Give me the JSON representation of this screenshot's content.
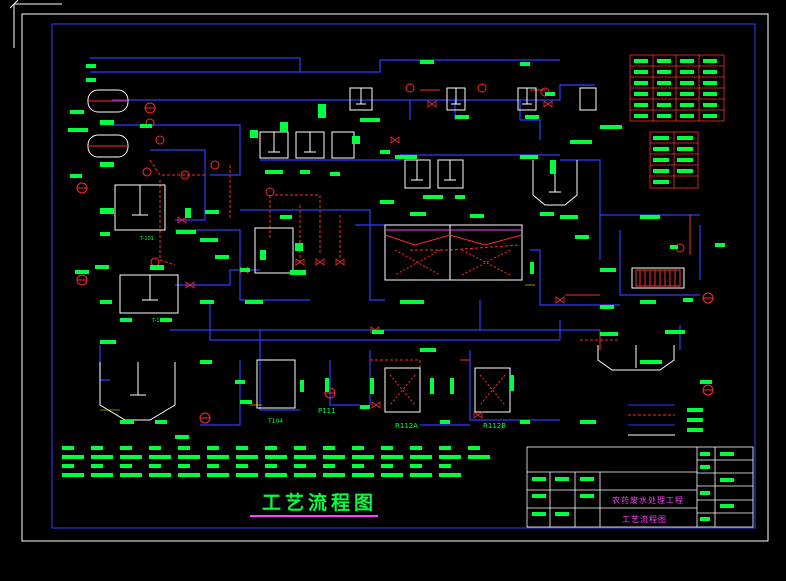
{
  "drawing": {
    "main_title": "工艺流程图",
    "colors": {
      "background": "#000000",
      "frame": "#ffffff",
      "border": "#3b3bff",
      "pipe": "#2f3cff",
      "equipment": "#ffffff",
      "instrument": "#ff2a2a",
      "label": "#00ff3c",
      "dimension": "#ffff00",
      "accent": "#ff3cff"
    }
  },
  "equipment_labels": {
    "left_top_tank": "T-101",
    "left_mid_tank": "T-102",
    "box_T104": "T104",
    "small_P111": "P111",
    "basin_R112A": "R112A",
    "basin_R112B": "R112B"
  },
  "title_block": {
    "project_name": "农药废水处理工程",
    "drawing_name": "工艺流程图"
  }
}
